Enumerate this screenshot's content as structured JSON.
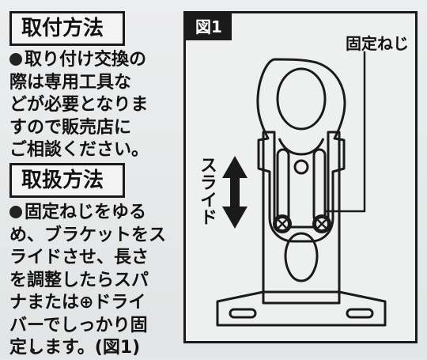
{
  "sections": [
    {
      "title": "取付方法",
      "lines": [
        "取り付け交換の",
        "際は専用工具な",
        "どが必要となりま",
        "すので販売店に",
        "ご相談ください。"
      ]
    },
    {
      "title": "取扱方法",
      "lines": [
        "固定ねじをゆる",
        "め、ブラケットをス",
        "ライドさせ、長さ",
        "を調整したらスパ",
        "ナまたは⊕ドライ",
        "バーでしっかり固",
        "定します。(図1)"
      ]
    }
  ],
  "figure": {
    "tag": "図1",
    "screw_label": "固定ねじ",
    "slide_label": "スライド"
  },
  "colors": {
    "ink": "#1a1a1a",
    "paper": "#e6e8e9"
  }
}
